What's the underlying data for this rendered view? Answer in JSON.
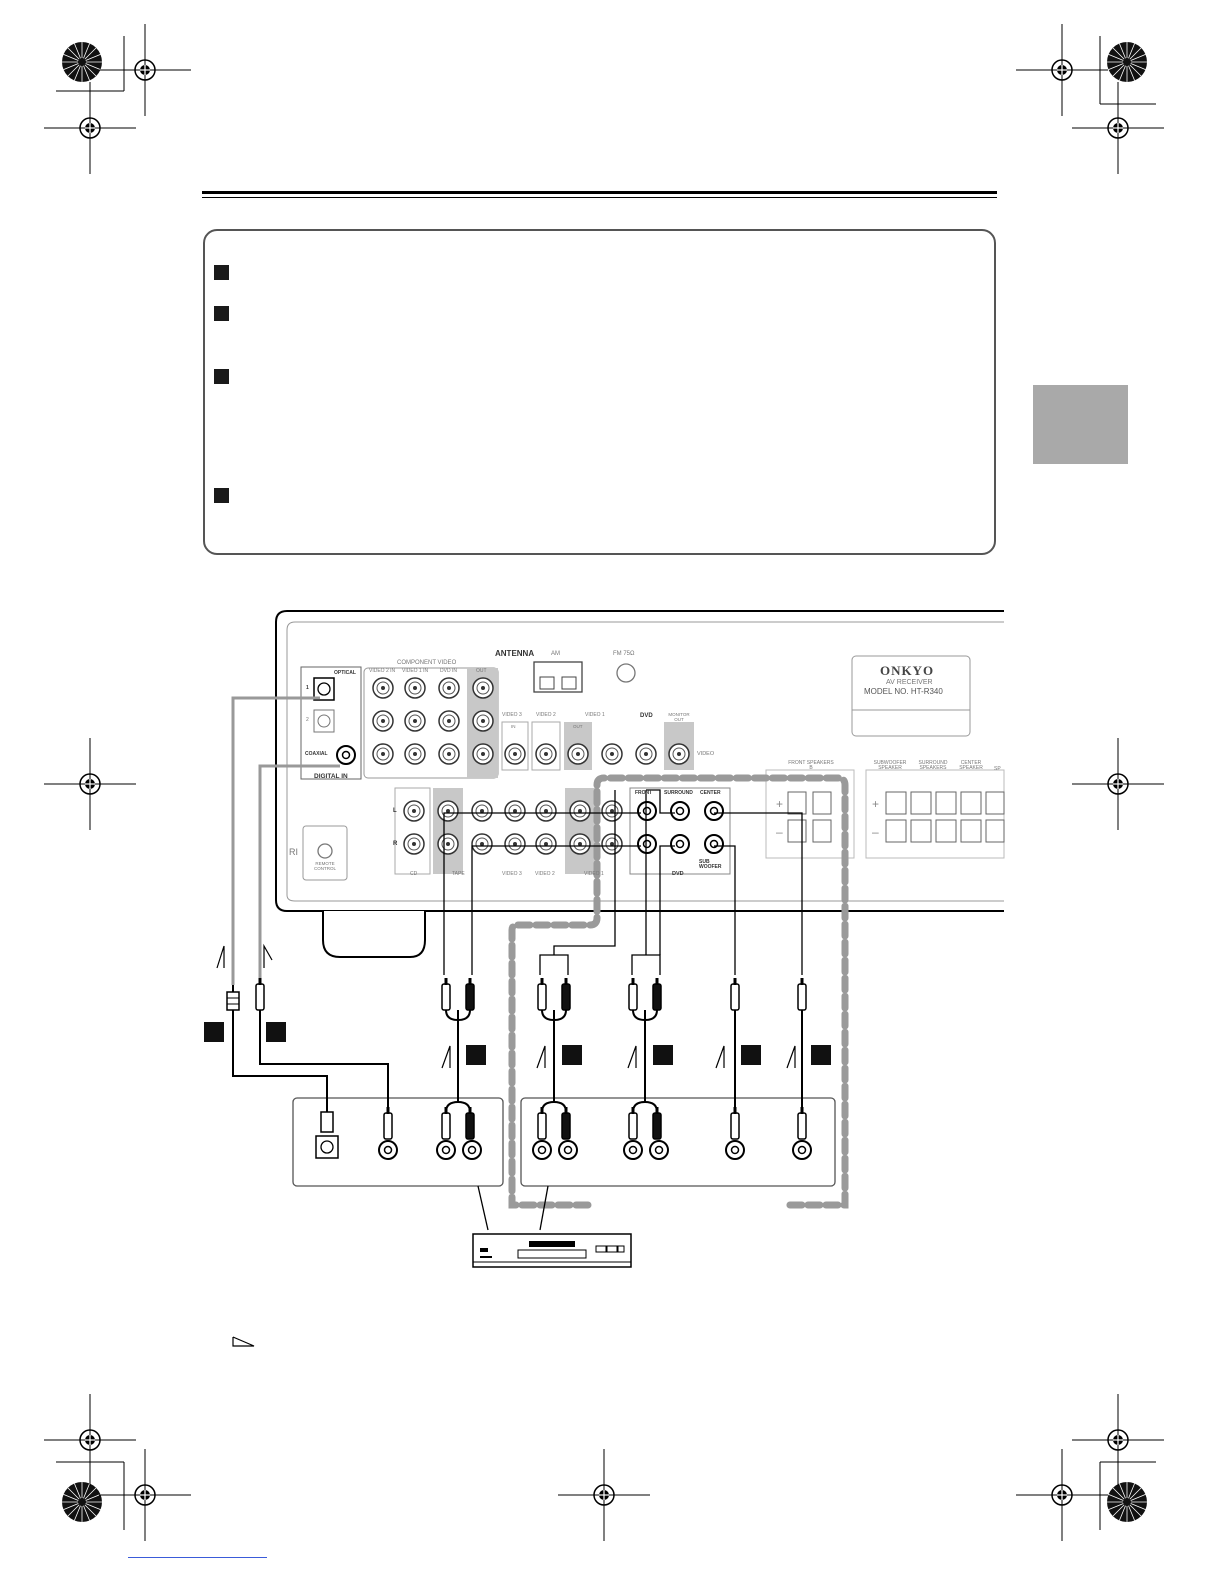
{
  "receiver": {
    "brand": "ONKYO",
    "model_caption": "AV RECEIVER",
    "model_label": "MODEL NO. HT-R340",
    "antenna_label": "ANTENNA",
    "am_label": "AM",
    "fm_label": "FM 75Ω",
    "component_video_label": "COMPONENT VIDEO",
    "component_inputs": [
      "VIDEO 2 IN",
      "VIDEO 1 IN",
      "DVD IN",
      "OUT"
    ],
    "optical_label": "OPTICAL",
    "optical_1": "1",
    "optical_2": "2",
    "coaxial_label": "COAXIAL",
    "digital_in_label": "DIGITAL IN",
    "ri_label": "RI",
    "remote_control_label": "REMOTE CONTROL",
    "video_labels": [
      "VIDEO 3",
      "VIDEO 2",
      "VIDEO 1",
      "DVD",
      "MONITOR OUT"
    ],
    "in_label": "IN",
    "out_label": "OUT",
    "video_label": "VIDEO",
    "audio_bottom_labels": [
      "CD",
      "TAPE",
      "VIDEO 3",
      "VIDEO 2",
      "VIDEO 1",
      "DVD"
    ],
    "l_label": "L",
    "r_label": "R",
    "front_label": "FRONT",
    "surround_label": "SURROUND",
    "center_label": "CENTER",
    "sub_woofer_label": "SUB WOOFER",
    "front_speakers_b_label": "FRONT SPEAKERS B",
    "subwoofer_speaker_label": "SUBWOOFER SPEAKER",
    "surround_speakers_label": "SURROUND SPEAKERS",
    "center_speaker_label": "CENTER SPEAKER",
    "sp_label": "SP"
  }
}
